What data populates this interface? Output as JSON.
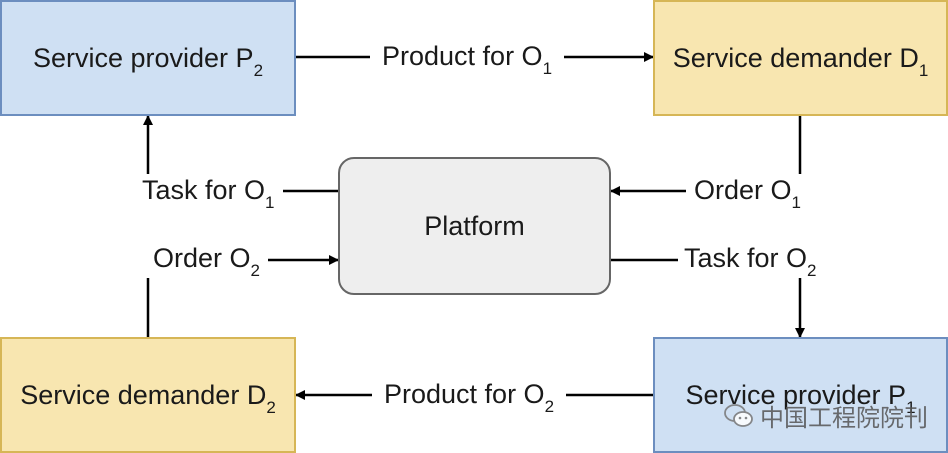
{
  "nodes": {
    "provider_p2": {
      "text": "Service provider P",
      "sub": "2"
    },
    "demander_d1": {
      "text": "Service demander D",
      "sub": "1"
    },
    "platform": {
      "text": "Platform"
    },
    "demander_d2": {
      "text": "Service demander D",
      "sub": "2"
    },
    "provider_p1": {
      "text": "Service provider P",
      "sub": "1"
    }
  },
  "edges": {
    "product_o1": {
      "text": "Product for O",
      "sub": "1"
    },
    "task_o1": {
      "text": "Task for O",
      "sub": "1"
    },
    "order_o1": {
      "text": "Order O",
      "sub": "1"
    },
    "order_o2": {
      "text": "Order O",
      "sub": "2"
    },
    "task_o2": {
      "text": "Task for O",
      "sub": "2"
    },
    "product_o2": {
      "text": "Product for O",
      "sub": "2"
    }
  },
  "watermark": {
    "text": "中国工程院院刊"
  },
  "colors": {
    "provider_fill": "#cfe0f3",
    "provider_stroke": "#6c8ebf",
    "demander_fill": "#f8e6b0",
    "demander_stroke": "#d6b656",
    "platform_fill": "#eeeeee",
    "platform_stroke": "#666666"
  }
}
